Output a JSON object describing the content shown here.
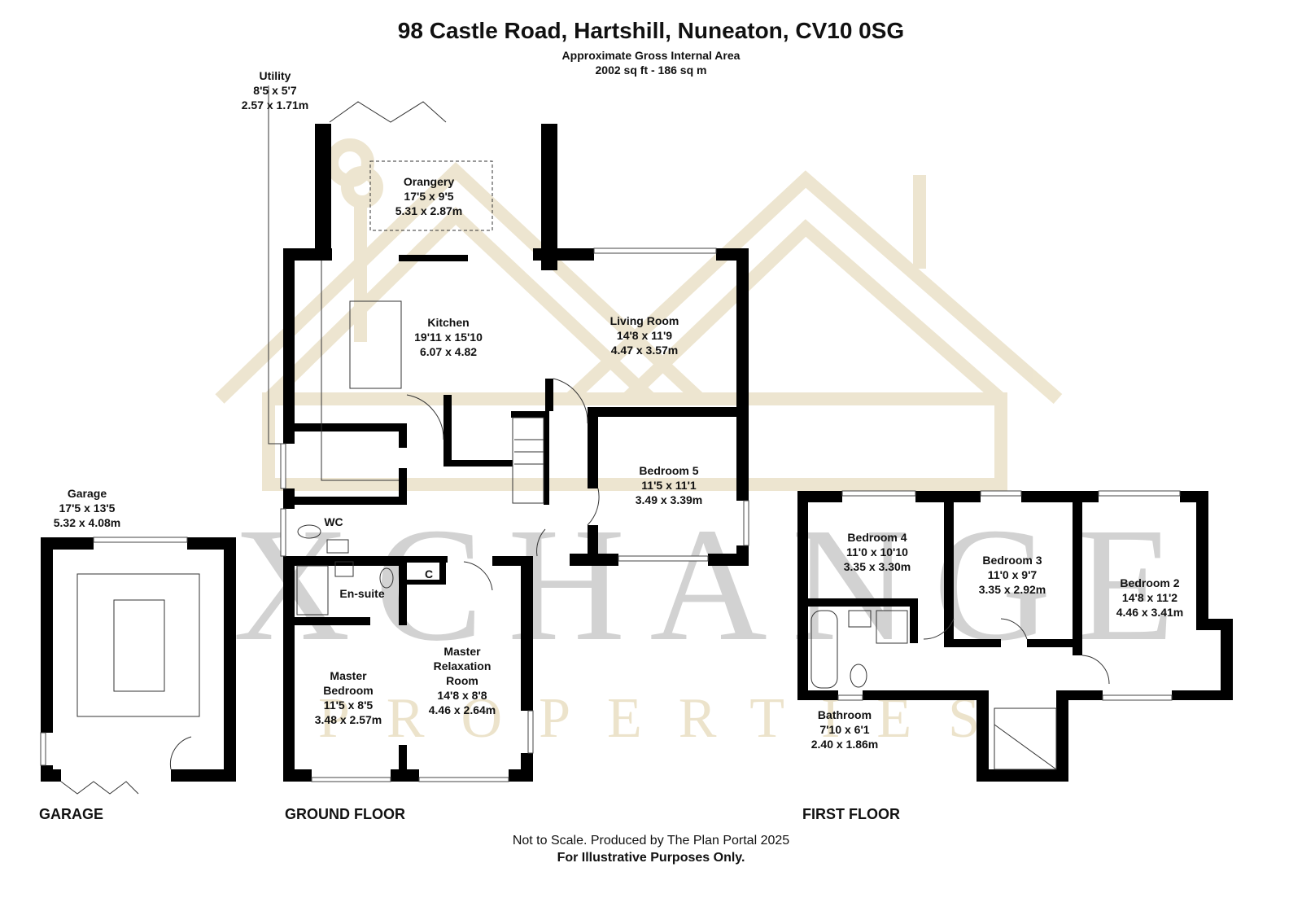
{
  "header": {
    "address": "98 Castle Road, Hartshill, Nuneaton, CV10 0SG",
    "area_label": "Approximate Gross Internal Area",
    "area_value": "2002 sq ft - 186 sq m"
  },
  "rooms": [
    {
      "id": "utility",
      "name": "Utility",
      "imperial": "8'5 x 5'7",
      "metric": "2.57 x 1.71m"
    },
    {
      "id": "orangery",
      "name": "Orangery",
      "imperial": "17'5 x 9'5",
      "metric": "5.31 x 2.87m"
    },
    {
      "id": "kitchen",
      "name": "Kitchen",
      "imperial": "19'11 x 15'10",
      "metric": "6.07 x 4.82"
    },
    {
      "id": "living-room",
      "name": "Living Room",
      "imperial": "14'8 x 11'9",
      "metric": "4.47 x 3.57m"
    },
    {
      "id": "bedroom-5",
      "name": "Bedroom 5",
      "imperial": "11'5 x 11'1",
      "metric": "3.49 x 3.39m"
    },
    {
      "id": "garage",
      "name": "Garage",
      "imperial": "17'5 x 13'5",
      "metric": "5.32 x 4.08m"
    },
    {
      "id": "master-bedroom",
      "name": "Master\nBedroom",
      "imperial": "11'5 x 8'5",
      "metric": "3.48 x 2.57m"
    },
    {
      "id": "master-relaxation",
      "name": "Master\nRelaxation\nRoom",
      "imperial": "14'8 x 8'8",
      "metric": "4.46 x 2.64m"
    },
    {
      "id": "bedroom-4",
      "name": "Bedroom 4",
      "imperial": "11'0 x 10'10",
      "metric": "3.35 x 3.30m"
    },
    {
      "id": "bedroom-3",
      "name": "Bedroom 3",
      "imperial": "11'0 x 9'7",
      "metric": "3.35 x 2.92m"
    },
    {
      "id": "bedroom-2",
      "name": "Bedroom 2",
      "imperial": "14'8 x 11'2",
      "metric": "4.46 x 3.41m"
    },
    {
      "id": "bathroom",
      "name": "Bathroom",
      "imperial": "7'10 x 6'1",
      "metric": "2.40 x 1.86m"
    }
  ],
  "small_labels": {
    "wc": "WC",
    "ensuite": "En-suite",
    "cupboard": "C"
  },
  "floors": {
    "garage": "GARAGE",
    "ground": "GROUND FLOOR",
    "first": "FIRST FLOOR"
  },
  "footer": {
    "line1": "Not to Scale. Produced by The Plan Portal 2025",
    "line2": "For Illustrative Purposes Only."
  },
  "watermark": {
    "brand": "XCHANGE",
    "tagline": "PROPERTIES"
  },
  "colors": {
    "wall": "#000000",
    "watermark_gold": "#e9dfc4",
    "watermark_gray": "#bdbdbd"
  }
}
